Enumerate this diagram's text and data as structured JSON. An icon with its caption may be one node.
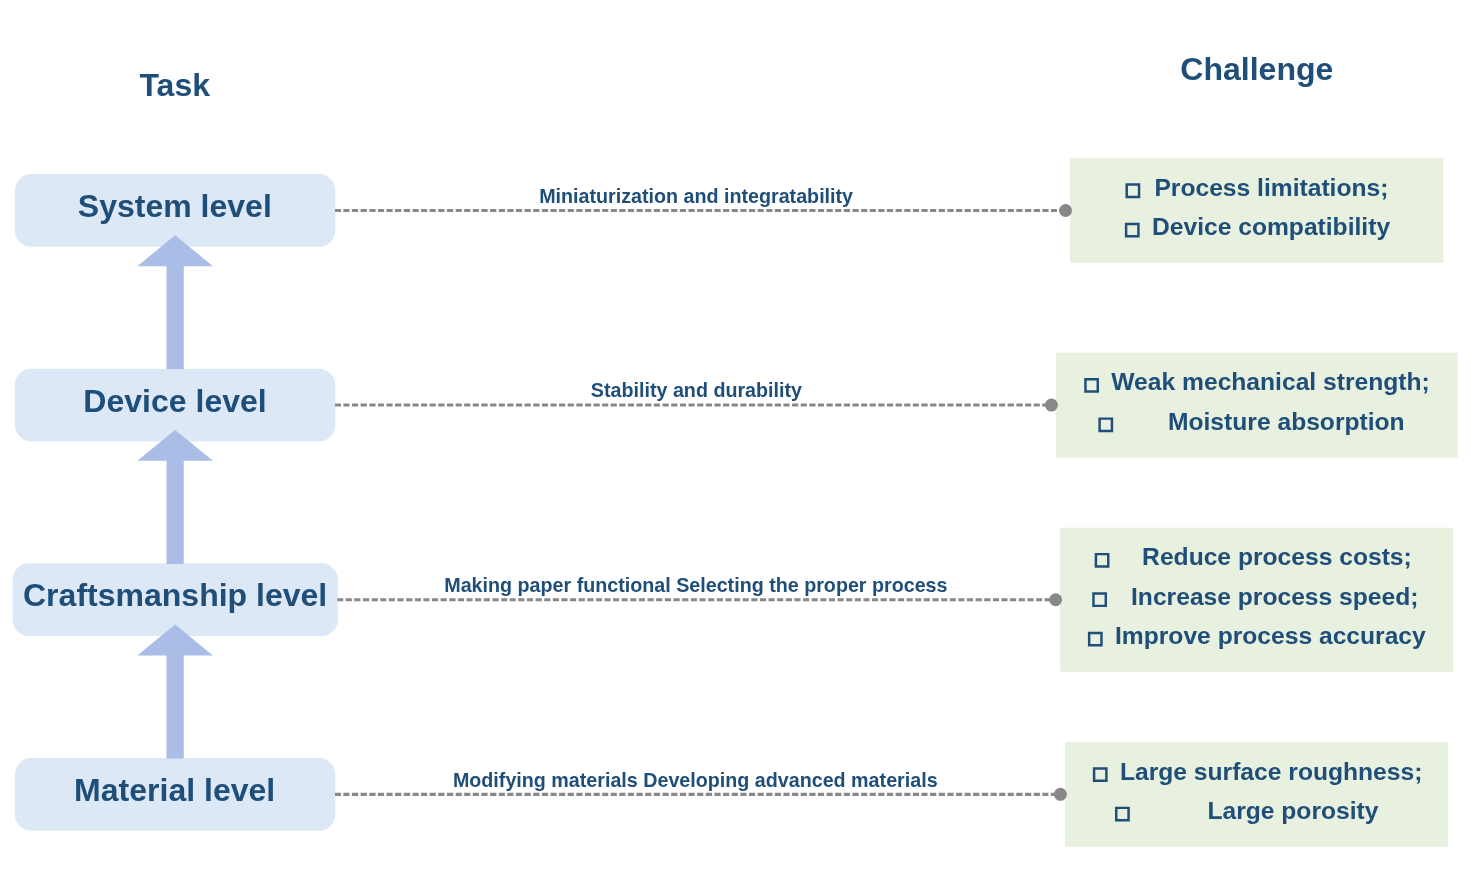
{
  "diagram": {
    "nodes": [
      {
        "text": [
          "System level"
        ]
      },
      {
        "text": [
          "Device level"
        ]
      },
      {
        "text": [
          "Craftsmanship level"
        ]
      },
      {
        "text": [
          "Material level"
        ]
      },
      {
        "text": [
          "Process limitations;",
          "Device compatibility"
        ]
      },
      {
        "text": [
          "Weak mechanical strength;",
          "Moisture absorption"
        ]
      },
      {
        "text": [
          "Reduce process costs;",
          "Increase process speed;",
          "Improve process accuracy"
        ]
      },
      {
        "text": [
          "Large surface roughness;",
          "Large porosity"
        ]
      }
    ],
    "edges": [
      {
        "from": 3,
        "to": 2,
        "arrow": "to",
        "style": "thick",
        "color": "#a9bde6"
      },
      {
        "from": 2,
        "to": 1,
        "arrow": "to",
        "style": "thick",
        "color": "#a9bde6"
      },
      {
        "from": 1,
        "to": 0,
        "arrow": "to",
        "style": "thick",
        "color": "#a9bde6"
      },
      {
        "from": 0,
        "to": 4,
        "arrow": "other",
        "style": "dashed",
        "label": "Miniaturization and integratability"
      },
      {
        "from": 1,
        "to": 5,
        "arrow": "other",
        "style": "dashed",
        "label": "Stability and durability"
      },
      {
        "from": 2,
        "to": 6,
        "arrow": "other",
        "style": "dashed",
        "label": "Making paper functional Selecting the proper process"
      },
      {
        "from": 3,
        "to": 7,
        "arrow": "other",
        "style": "dashed",
        "label": "Modifying materials Developing advanced materials"
      }
    ],
    "labels": [
      "Task",
      "Challenge"
    ]
  }
}
